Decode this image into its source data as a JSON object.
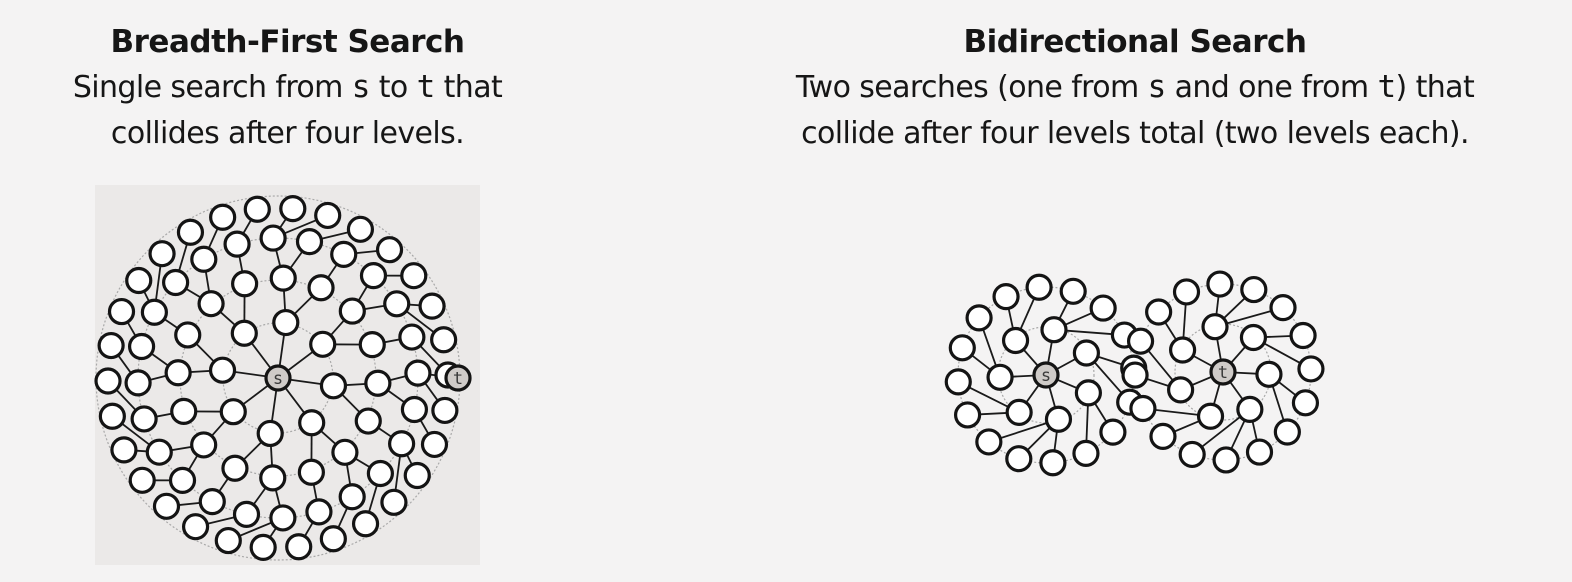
{
  "panels": {
    "bfs": {
      "title": "Breadth-First Search",
      "desc_1": "Single search from ",
      "node_s": "s",
      "desc_2": " to ",
      "node_t": "t",
      "desc_3": " that",
      "desc_4": "collides after four levels."
    },
    "bidi": {
      "title": "Bidirectional Search",
      "desc_1": "Two searches (one from ",
      "node_s": "s",
      "desc_2": " and one from ",
      "node_t": "t",
      "desc_3": ") that",
      "desc_4": "collide after four levels total (two levels each)."
    }
  },
  "diagram": {
    "source_label": "s",
    "target_label": "t",
    "colors": {
      "node_fill": "#ffffff",
      "node_stroke": "#141414",
      "root_fill": "#cfcbc8",
      "edge": "#1a1a1a",
      "ring": "#a9a9a9",
      "backdrop": "#ebe9e8"
    }
  }
}
